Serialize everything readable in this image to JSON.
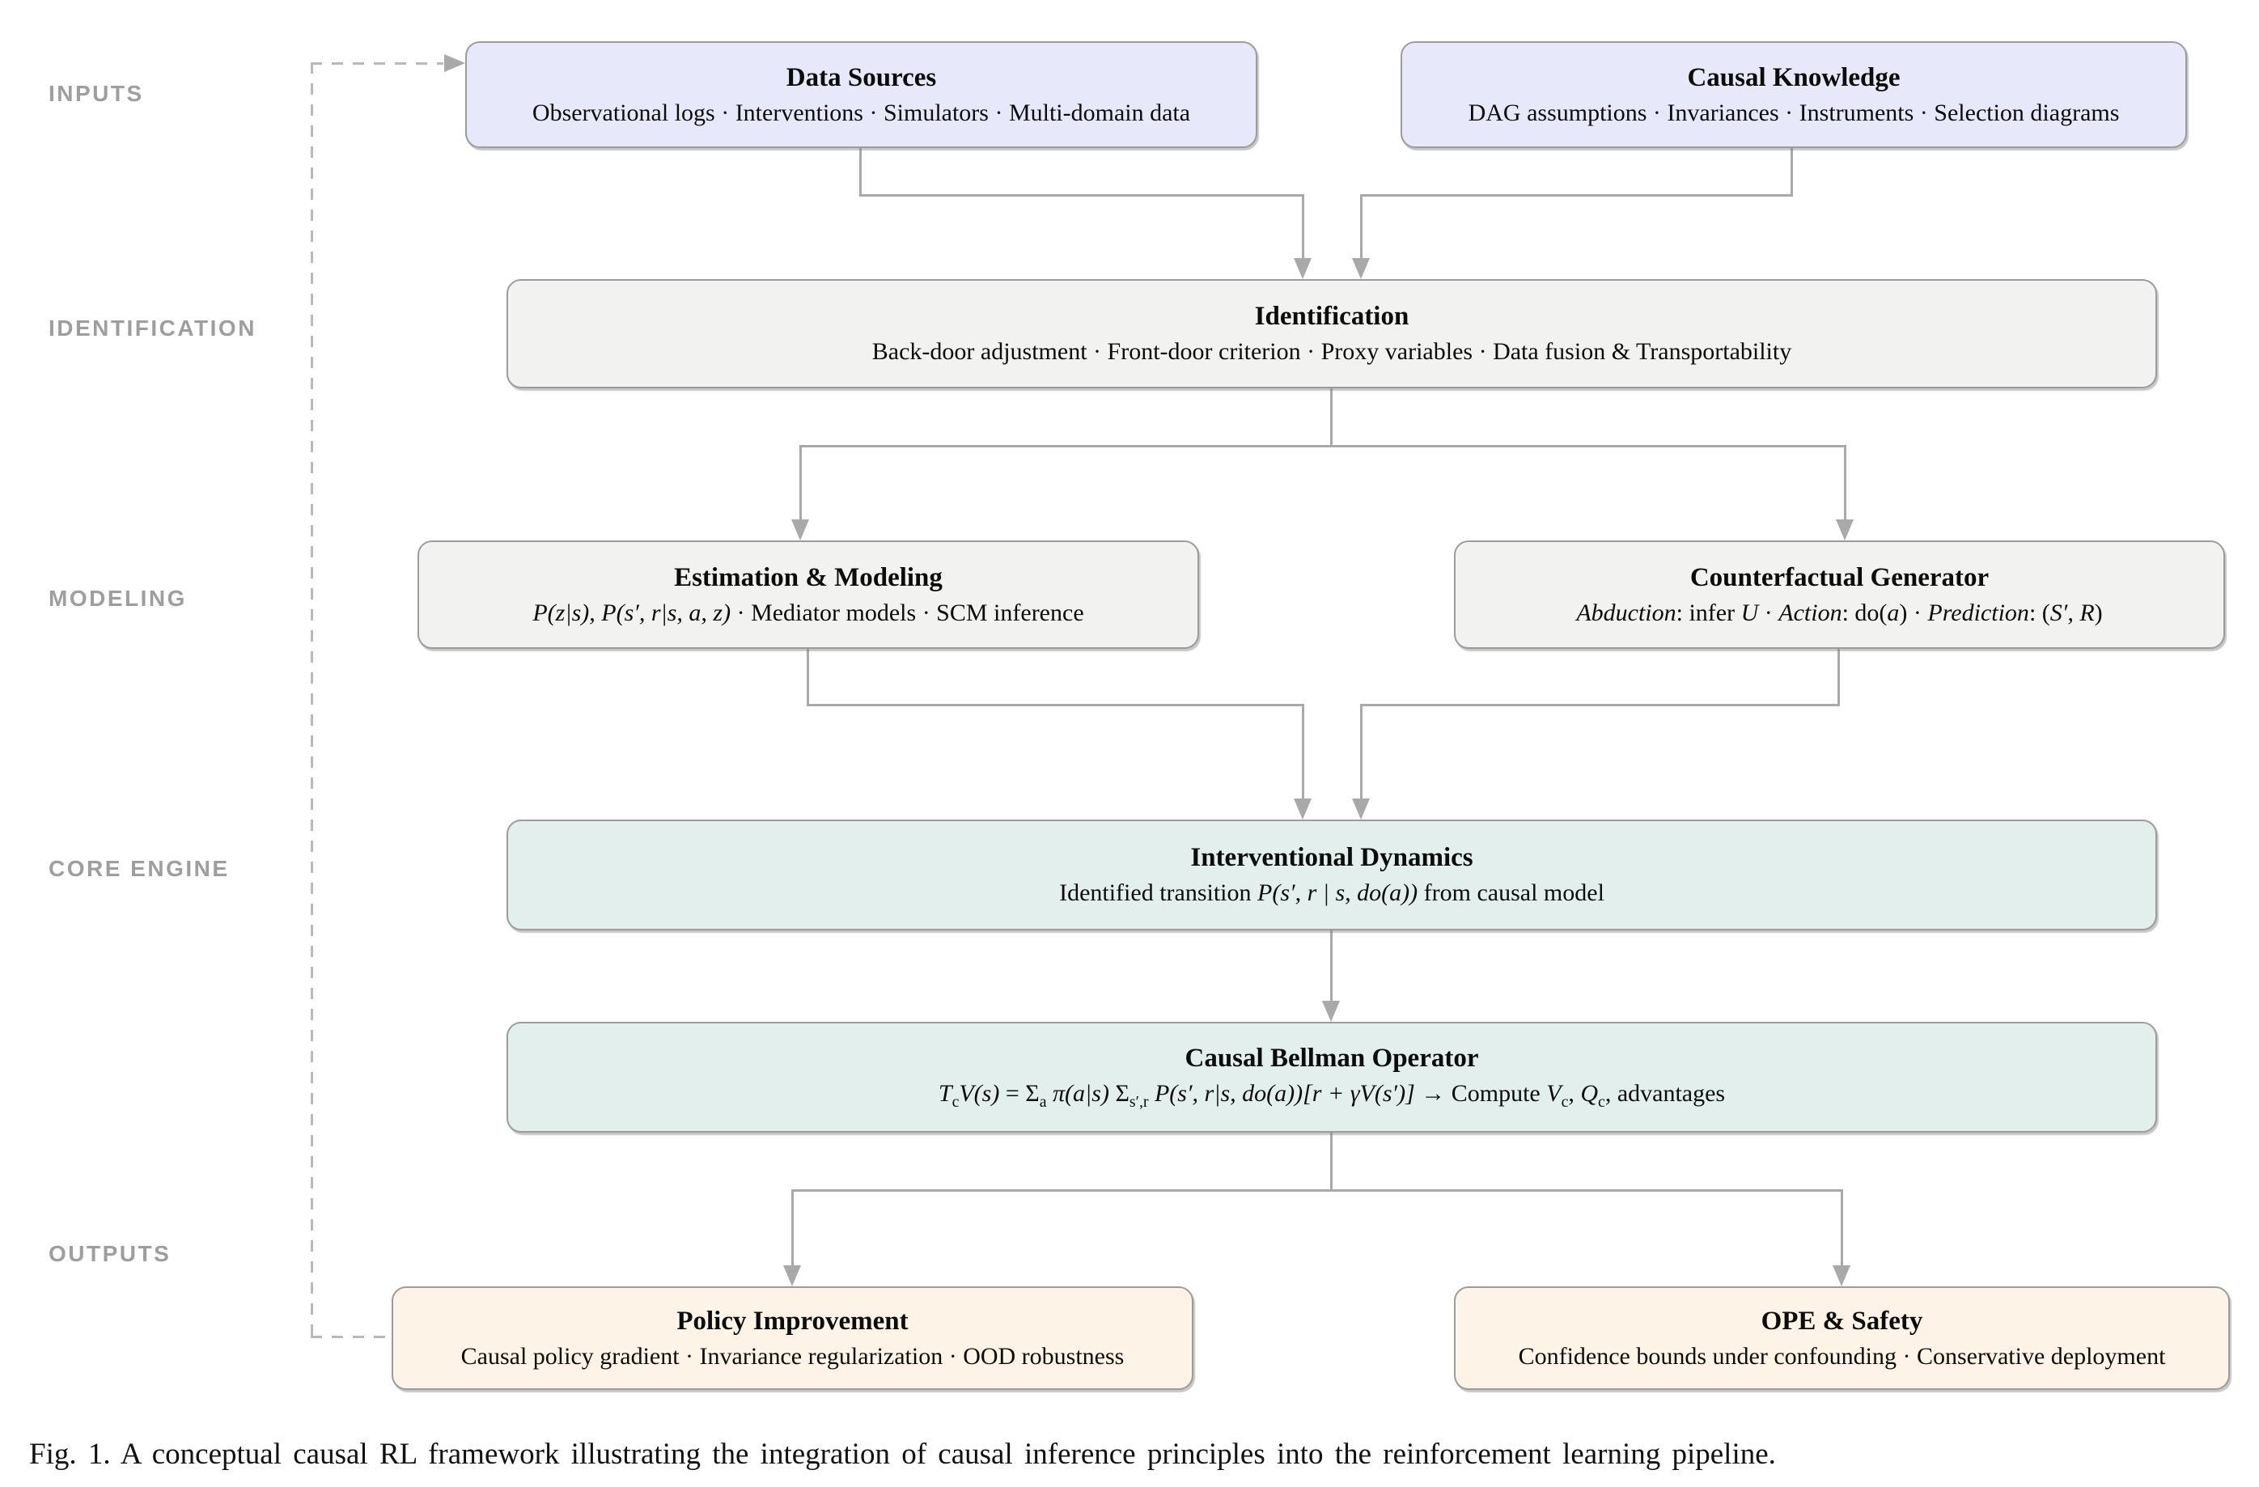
{
  "stages": [
    {
      "label": "INPUTS"
    },
    {
      "label": "IDENTIFICATION"
    },
    {
      "label": "MODELING"
    },
    {
      "label": "CORE ENGINE"
    },
    {
      "label": "OUTPUTS"
    }
  ],
  "nodes": {
    "data_sources": {
      "title": "Data Sources",
      "body_runs": [
        {
          "t": "Observational logs · Interventions · Simulators · Multi-domain data"
        }
      ]
    },
    "causal_knowledge": {
      "title": "Causal Knowledge",
      "body_runs": [
        {
          "t": "DAG assumptions · Invariances · Instruments · Selection diagrams"
        }
      ]
    },
    "identification": {
      "title": "Identification",
      "body_runs": [
        {
          "t": "Back-door adjustment · Front-door criterion · Proxy variables · Data fusion & Transportability"
        }
      ]
    },
    "estimation": {
      "title": "Estimation & Modeling",
      "body_runs": [
        {
          "t": "P(z|s), P(s′, r|s, a, z)",
          "it": true
        },
        {
          "t": " · Mediator models · SCM inference"
        }
      ]
    },
    "counterfactual": {
      "title": "Counterfactual Generator",
      "body_runs": [
        {
          "t": "Abduction",
          "it": true
        },
        {
          "t": ": infer "
        },
        {
          "t": "U",
          "it": true
        },
        {
          "t": " · "
        },
        {
          "t": "Action",
          "it": true
        },
        {
          "t": ": do("
        },
        {
          "t": "a",
          "it": true
        },
        {
          "t": ") · "
        },
        {
          "t": "Prediction",
          "it": true
        },
        {
          "t": ": ("
        },
        {
          "t": "S′, R",
          "it": true
        },
        {
          "t": ")"
        }
      ]
    },
    "interventional": {
      "title": "Interventional Dynamics",
      "body_runs": [
        {
          "t": "Identified transition "
        },
        {
          "t": "P(s′, r | s, do(a))",
          "it": true
        },
        {
          "t": " from causal model"
        }
      ]
    },
    "bellman": {
      "title": "Causal Bellman Operator",
      "body_runs": [
        {
          "t": "T",
          "it": true
        },
        {
          "t": "c",
          "sub": true
        },
        {
          "t": "V(s)",
          "it": true
        },
        {
          "t": " = Σ"
        },
        {
          "t": "a",
          "sub": true
        },
        {
          "t": " "
        },
        {
          "t": "π(a|s)",
          "it": true
        },
        {
          "t": " Σ"
        },
        {
          "t": "s′,r",
          "sub": true
        },
        {
          "t": " "
        },
        {
          "t": "P(s′, r|s, do(a))[r + γV(s′)]",
          "it": true
        },
        {
          "t": "   →   Compute "
        },
        {
          "t": "V",
          "it": true
        },
        {
          "t": "c",
          "sub": true
        },
        {
          "t": ", "
        },
        {
          "t": "Q",
          "it": true
        },
        {
          "t": "c",
          "sub": true
        },
        {
          "t": ", advantages"
        }
      ]
    },
    "policy": {
      "title": "Policy Improvement",
      "body_runs": [
        {
          "t": "Causal policy gradient · Invariance regularization · OOD robustness"
        }
      ]
    },
    "ope": {
      "title": "OPE & Safety",
      "body_runs": [
        {
          "t": "Confidence bounds under confounding · Conservative deployment"
        }
      ]
    }
  },
  "colors": {
    "lavender": "#e8e8fb",
    "gray": "#f2f2f1",
    "teal": "#e3efed",
    "peach": "#fdf3e6",
    "line": "#a9a9a9",
    "label": "#9e9e9e",
    "border": "#9c9c9c"
  },
  "caption": "Fig. 1.  A conceptual causal RL framework illustrating the integration of causal inference principles into the reinforcement learning pipeline."
}
